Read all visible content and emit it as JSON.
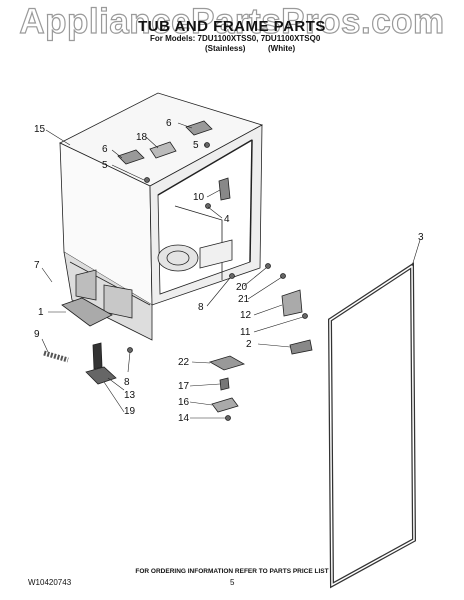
{
  "watermark": "AppliancePartsPros.com",
  "header": {
    "title": "TUB AND FRAME PARTS",
    "models": "For Models: 7DU1100XTSS0, 7DU1100XTSQ0",
    "variant_stainless": "(Stainless)",
    "variant_white": "(White)"
  },
  "callouts": [
    "15",
    "6",
    "18",
    "5",
    "6",
    "5",
    "10",
    "4",
    "3",
    "7",
    "20",
    "21",
    "1",
    "8",
    "12",
    "11",
    "9",
    "2",
    "22",
    "8",
    "17",
    "13",
    "16",
    "19",
    "14"
  ],
  "footer": {
    "note": "FOR ORDERING INFORMATION REFER TO PARTS PRICE LIST",
    "doc_number": "W10420743",
    "page": "5"
  }
}
